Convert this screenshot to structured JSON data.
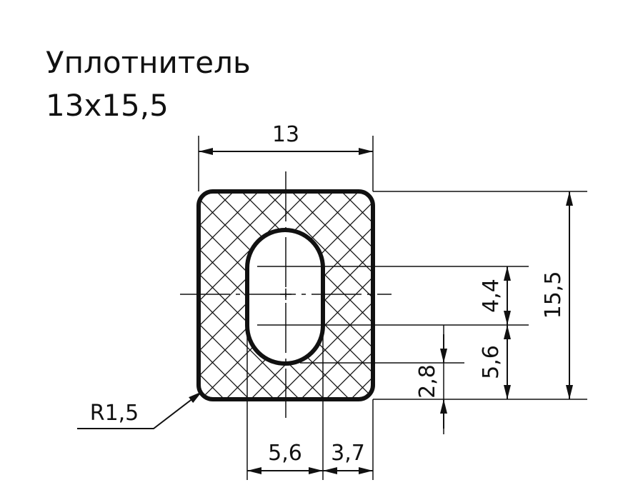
{
  "title": {
    "line1": "Уплотнитель",
    "line2": "13x15,5"
  },
  "dimensions": {
    "width": "13",
    "height": "15,5",
    "hole_height": "4,4",
    "lower_offset": "5,6",
    "small_offset": "2,8",
    "hole_width": "5,6",
    "side_wall": "3,7",
    "radius": "R1,5"
  },
  "colors": {
    "line": "#111111",
    "background": "#ffffff"
  }
}
